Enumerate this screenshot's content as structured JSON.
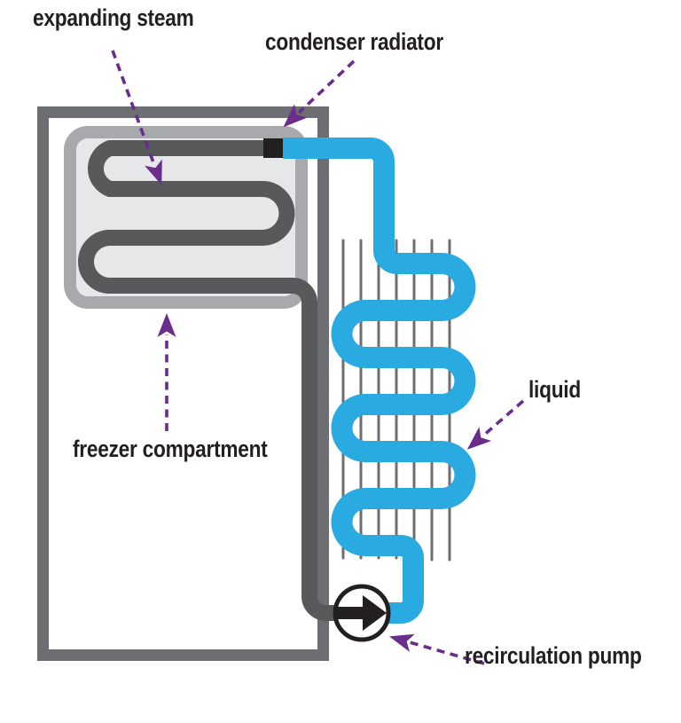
{
  "diagram": {
    "type": "refrigeration-cycle-schematic",
    "annotations": {
      "expanding_steam": "expanding steam",
      "condenser_radiator": "condenser radiator",
      "freezer_compartment": "freezer compartment",
      "liquid": "liquid",
      "recirculation_pump": "recirculation pump"
    },
    "components": {
      "fridge_cabinet": "refrigerator cabinet outline",
      "freezer_box": "freezer compartment box",
      "evaporator_coil": "dark serpentine coil inside freezer",
      "condenser_coil": "blue serpentine coil with fins",
      "fins_count": 7,
      "condenser_rows": 7,
      "pump": "recirculation pump with right-pointing flow arrow"
    }
  },
  "colors": {
    "background": "#FFFFFF",
    "text": "#231F20",
    "annotation": "#6B2D8B",
    "pipe_cold": "#29ABE2",
    "pipe_warm": "#58595B",
    "fridge_outline": "#6D6E71",
    "freezer_border": "#A7A9AC",
    "freezer_fill": "#E6E7E8",
    "fins": "#6D6E71",
    "black_segment": "#231F20"
  }
}
